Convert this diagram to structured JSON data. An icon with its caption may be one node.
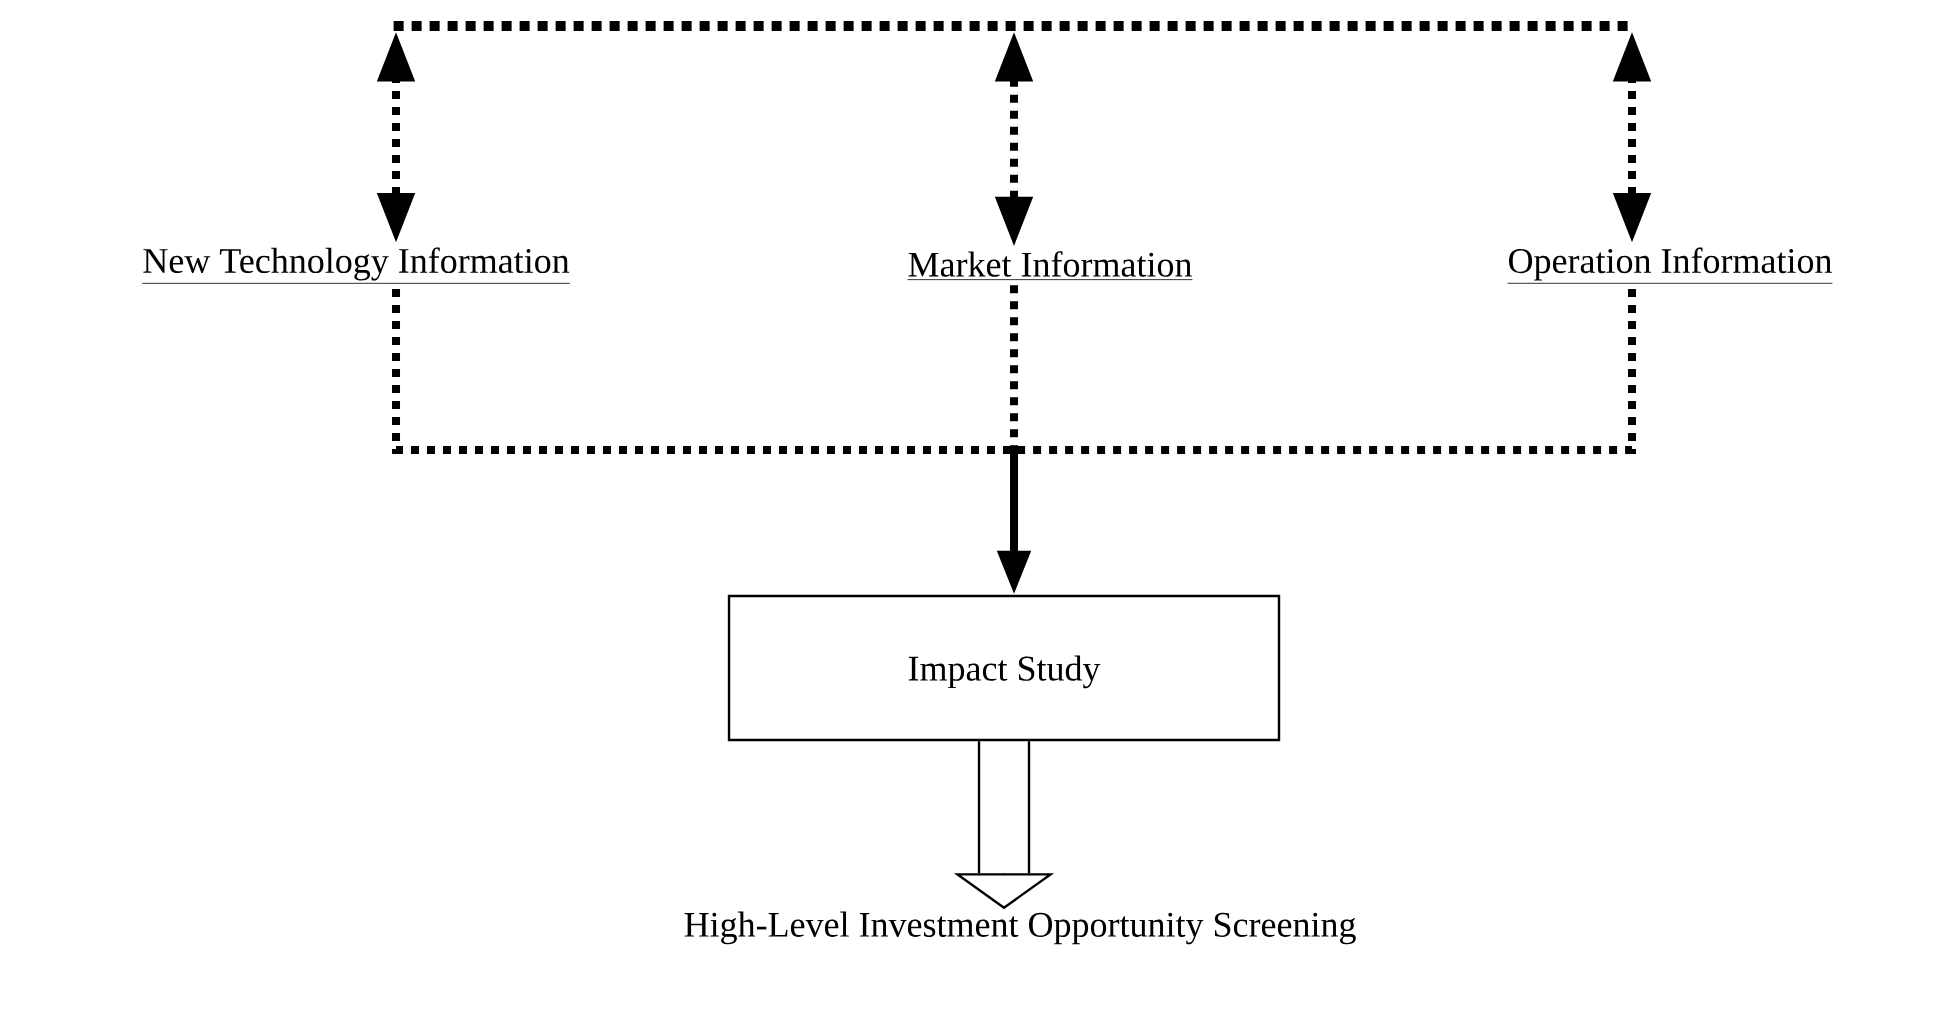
{
  "diagram": {
    "nodes": [
      {
        "text": [],
        "shape": "bar"
      },
      {
        "text": [
          "New Technology Information"
        ]
      },
      {
        "text": [
          "Market Information"
        ]
      },
      {
        "text": [
          "Operation Information"
        ]
      },
      {
        "text": [
          "Impact Study"
        ]
      },
      {
        "text": [
          "High-Level Investment Opportunity Screening"
        ]
      }
    ],
    "edges": [
      {
        "from": 1,
        "to": 0,
        "arrow": "both",
        "style": "dashed"
      },
      {
        "from": 2,
        "to": 0,
        "arrow": "both",
        "style": "dashed"
      },
      {
        "from": 3,
        "to": 0,
        "arrow": "both",
        "style": "dashed"
      },
      {
        "from": 1,
        "to": 4,
        "arrow": "to",
        "style": "dashed"
      },
      {
        "from": 2,
        "to": 4,
        "arrow": "to",
        "style": "dashed"
      },
      {
        "from": 3,
        "to": 4,
        "arrow": "to",
        "style": "dashed"
      },
      {
        "from": 4,
        "to": 5,
        "arrow": "to"
      }
    ]
  }
}
